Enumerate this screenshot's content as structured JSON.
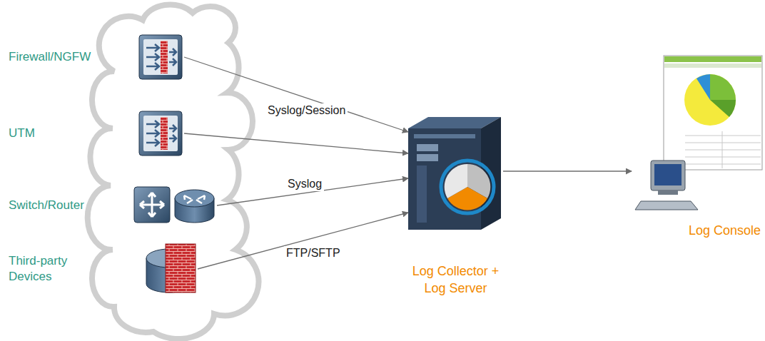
{
  "diagram": {
    "nodes": [
      {
        "text": [
          "Firewall/NGFW"
        ]
      },
      {
        "text": [
          "UTM"
        ]
      },
      {
        "text": [
          "Switch/Router"
        ]
      },
      {
        "text": [
          "Third-party Devices"
        ]
      },
      {
        "text": [
          "Log Collector + Log Server"
        ]
      },
      {
        "text": [
          "Log Console"
        ]
      }
    ],
    "edges": [
      {
        "from": 0,
        "to": 4,
        "arrow": "to"
      },
      {
        "from": 1,
        "to": 4,
        "label": "Syslog/Session",
        "arrow": "to"
      },
      {
        "from": 2,
        "to": 4,
        "label": "Syslog",
        "arrow": "to"
      },
      {
        "from": 3,
        "to": 4,
        "label": "FTP/SFTP",
        "arrow": "to"
      },
      {
        "from": 4,
        "to": 5,
        "arrow": "to"
      }
    ]
  }
}
